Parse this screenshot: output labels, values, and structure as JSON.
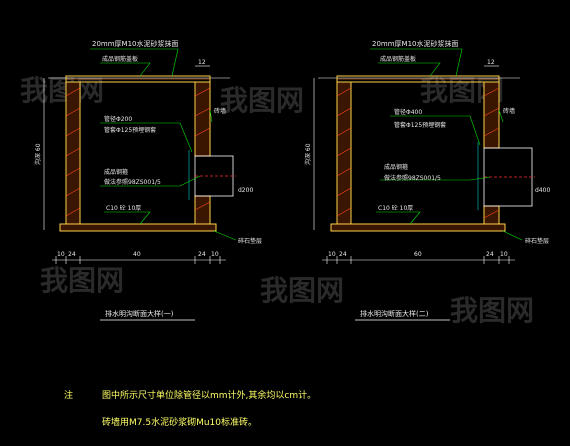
{
  "drawing1": {
    "cover_callout": "20mm厚M10水泥砂浆抹面",
    "top_slab": "成品钢筋盖板",
    "brick_wall": "砖墙",
    "pipe_dia": "管径Φ200",
    "sleeve": "管套Φ125预埋钢套",
    "rebar": "成品钢箍",
    "std_ref": "做法参照98ZS001/5",
    "base": "C10  砼  10厚",
    "gravel": "碎石垫层",
    "depth_label": "沟深  60",
    "pipe_label": "d200",
    "dim_top": "12",
    "dim_bottom": [
      "10",
      "24",
      "40",
      "24",
      "10"
    ],
    "title": "排水明沟断面大样(一)"
  },
  "drawing2": {
    "cover_callout": "20mm厚M10水泥砂浆抹面",
    "top_slab": "成品钢筋盖板",
    "brick_wall": "砖墙",
    "pipe_dia": "管径Φ400",
    "sleeve": "管套Φ125预埋钢套",
    "rebar": "成品钢箍",
    "std_ref": "做法参照98ZS001/5",
    "base": "C10  砼  10厚",
    "gravel": "碎石垫层",
    "depth_label": "沟深  60",
    "pipe_label": "d400",
    "dim_top": "12",
    "dim_bottom": [
      "10",
      "24",
      "60",
      "24",
      "10"
    ],
    "title": "排水明沟断面大样(二)"
  },
  "notes": {
    "label": "注",
    "line1": "图中所示尺寸单位除管径以mm计外,其余均以cm计。",
    "line2": "砖墙用M7.5水泥砂浆砌Mu10标准砖。"
  },
  "watermark": "我图网",
  "colors": {
    "background": "#000000",
    "brick": "#ff8a2a",
    "wall_outline": "#ffd24a",
    "dimension": "#ffffff",
    "leader": "#00e000",
    "hatch": "#ff3030",
    "pipe": "#00d0d0"
  }
}
